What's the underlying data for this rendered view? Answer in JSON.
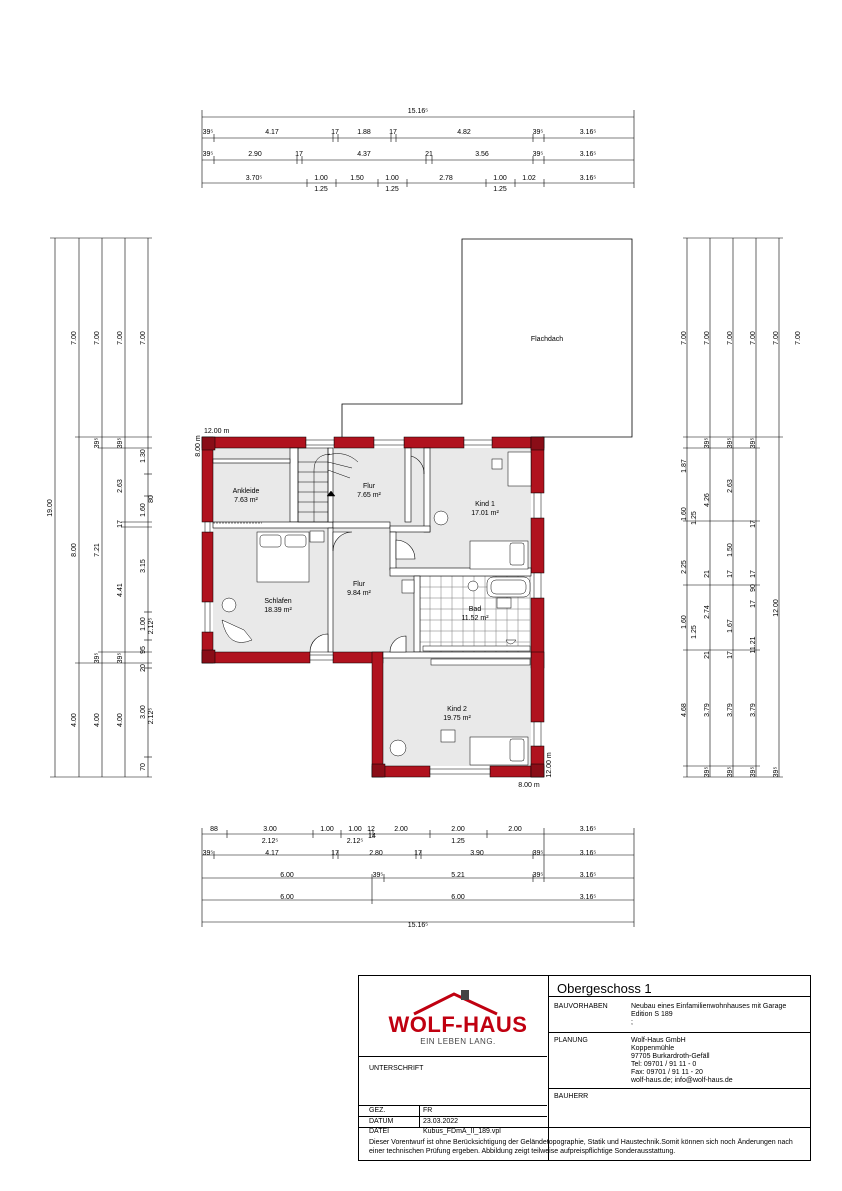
{
  "drawing": {
    "top_dims": {
      "overall": "15.16⁵",
      "row1": [
        "39⁵",
        "4.17",
        "17",
        "1.88",
        "17",
        "4.82",
        "39⁵",
        "3.16⁵"
      ],
      "row2": [
        "39⁵",
        "2.90",
        "17",
        "4.37",
        "21",
        "3.56",
        "39⁵",
        "3.16⁵"
      ],
      "row3": [
        "3.70⁵",
        "1.00",
        "1.50",
        "1.00",
        "2.78",
        "1.00",
        "1.02",
        "3.16⁵"
      ],
      "row3_below": [
        "1.25",
        "1.25",
        "1.25"
      ]
    },
    "bottom_dims": {
      "row1": [
        "88",
        "3.00",
        "1.00",
        "1.00",
        "12",
        "2.00",
        "2.00",
        "2.00",
        "3.16⁵"
      ],
      "row1_below": [
        "2.12⁵",
        "2.12⁵",
        "14",
        "1.25"
      ],
      "row2": [
        "39⁵",
        "4.17",
        "17",
        "2.80",
        "17",
        "3.90",
        "39⁵",
        "3.16⁵"
      ],
      "row3": [
        "6.00",
        "39⁵",
        "5.21",
        "39⁵",
        "3.16⁵"
      ],
      "row4": [
        "6.00",
        "6.00",
        "3.16⁵"
      ],
      "overall": "15.16⁵"
    },
    "left_dims": {
      "overall": "19.00",
      "col1": [
        "7.00",
        "8.00",
        "4.00"
      ],
      "col2": [
        "7.00",
        "39⁵",
        "7.21",
        "39⁵",
        "4.00"
      ],
      "col3": [
        "7.00",
        "39⁵",
        "2.63",
        "17",
        "4.41",
        "39⁵",
        "4.00"
      ],
      "col4": [
        "7.00",
        "1.30",
        "80",
        "1.60",
        "3.15",
        "1.00",
        "95",
        "20",
        "3.00",
        "70"
      ],
      "col4_alt": [
        "2.12⁵",
        "2.12⁵"
      ]
    },
    "right_dims": {
      "col1": [
        "7.00",
        "1.87",
        "1.60",
        "2.25",
        "1.60",
        "4.68",
        "39⁵"
      ],
      "col2": [
        "7.00",
        "39⁵",
        "1.25",
        "21",
        "1.25",
        "21",
        "3.79",
        "39⁵"
      ],
      "col3": [
        "7.00",
        "39⁵",
        "4.26",
        "17",
        "2.74",
        "17",
        "1.67",
        "3.79",
        "39⁵"
      ],
      "col4": [
        "7.00",
        "39⁵",
        "2.63",
        "17",
        "1.50",
        "17",
        "90",
        "17",
        "3.79",
        "39⁵"
      ],
      "col5": [
        "7.00",
        "11.21"
      ],
      "col6": [
        "7.00",
        "12.00"
      ]
    },
    "level_marks": {
      "tl_h": "12.00 m",
      "tl_v": "8.00 m",
      "br_v": "12.00 m",
      "br_h": "8.00 m"
    },
    "rooms": [
      {
        "name": "Ankleide",
        "area": "7.63 m²"
      },
      {
        "name": "Flur",
        "area": "7.65 m²"
      },
      {
        "name": "Kind 1",
        "area": "17.01 m²"
      },
      {
        "name": "Schlafen",
        "area": "18.39 m²"
      },
      {
        "name": "Flur",
        "area": "9.84 m²"
      },
      {
        "name": "Bad",
        "area": "11.52 m²"
      },
      {
        "name": "Kind 2",
        "area": "19.75 m²"
      }
    ],
    "roof_label": "Flachdach",
    "colors": {
      "wall": "#b0121e",
      "floor": "#e9e9e9",
      "line": "#000000"
    }
  },
  "titleblock": {
    "logo": "WOLF-HAUS",
    "tagline": "EIN LEBEN LANG.",
    "sheet_title": "Obergeschoss 1",
    "bauvorhaben_label": "BAUVORHABEN",
    "bauvorhaben_value": "Neubau eines Einfamilienwohnhauses mit Garage\nEdition S 189\n;",
    "planung_label": "PLANUNG",
    "planung_value": "Wolf-Haus GmbH\nKoppenmühle\n97705 Burkardroth-Gefäll\nTel: 09701 / 91 11 - 0\nFax: 09701 / 91 11 - 20\nwolf-haus.de; info@wolf-haus.de",
    "bauherr_label": "BAUHERR",
    "unterschrift_label": "UNTERSCHRIFT",
    "gez_label": "GEZ.",
    "gez_value": "FR",
    "datum_label": "DATUM",
    "datum_value": "23.03.2022",
    "datei_label": "DATEI",
    "datei_value": "Kubus_FDmA_II_189.vpl",
    "disclaimer": "Dieser Vorentwurf ist ohne Berücksichtigung der Geländetopographie, Statik und Haustechnik.Somit können sich noch Änderungen nach einer technischen Prüfung ergeben. Abbildung zeigt teilweise aufpreispflichtige Sonderausstattung."
  }
}
